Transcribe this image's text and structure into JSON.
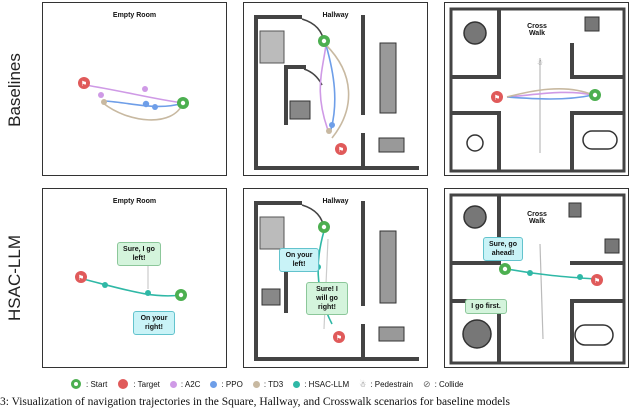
{
  "row_labels": [
    "Baselines",
    "HSAC-LLM"
  ],
  "panel_titles": {
    "square": "Empty Room",
    "hallway": "Hallway",
    "crosswalk": "Cross\nWalk"
  },
  "bubbles": {
    "square": [
      "Sure, I go left!",
      "On your right!"
    ],
    "hallway": [
      "On your left!",
      "Sure! I will go right!"
    ],
    "crosswalk": [
      "Sure, go ahead!",
      "I go first."
    ]
  },
  "legend": [
    {
      "name": "start",
      "label": ": Start",
      "icon": "start-pin-icon",
      "color": "#4caf50"
    },
    {
      "name": "target",
      "label": ": Target",
      "icon": "target-flag-icon",
      "color": "#e05a5a"
    },
    {
      "name": "a2c",
      "label": ": A2C",
      "icon": "dot",
      "color": "#cf9ae6"
    },
    {
      "name": "ppo",
      "label": ": PPO",
      "icon": "dot",
      "color": "#6e9ee8"
    },
    {
      "name": "td3",
      "label": ": TD3",
      "icon": "dot",
      "color": "#c8b9a1"
    },
    {
      "name": "hsac-llm",
      "label": ": HSAC-LLM",
      "icon": "dot",
      "color": "#2fb8a6"
    },
    {
      "name": "pedestrian",
      "label": ": Pedestrain",
      "icon": "pedestrian-icon",
      "color": "#666666"
    },
    {
      "name": "collide",
      "label": ": Collide",
      "icon": "collide-icon",
      "color": "#666666"
    }
  ],
  "caption": "3: Visualization of navigation trajectories in the Square, Hallway, and Crosswalk scenarios for baseline models"
}
